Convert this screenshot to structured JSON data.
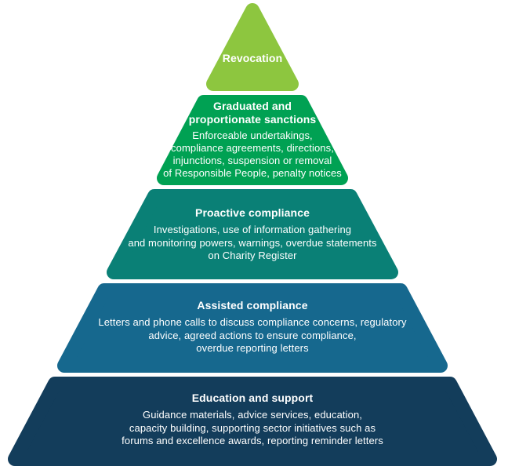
{
  "diagram": {
    "text_color": "#ffffff",
    "background_color": "#ffffff",
    "tiers": [
      {
        "heading": "Revocation",
        "body": [],
        "color": "#8dc63f"
      },
      {
        "heading": [
          "Graduated and",
          "proportionate sanctions"
        ],
        "body": [
          "Enforceable undertakings,",
          "compliance agreements, directions,",
          "injunctions, suspension or removal",
          "of Responsible People, penalty notices"
        ],
        "color": "#00a153"
      },
      {
        "heading": "Proactive compliance",
        "body": [
          "Investigations, use of information gathering",
          "and monitoring powers, warnings, overdue statements",
          "on Charity Register"
        ],
        "color": "#0a8076"
      },
      {
        "heading": "Assisted compliance",
        "body": [
          "Letters and phone calls to discuss compliance concerns, regulatory",
          "advice, agreed actions to ensure compliance,",
          "overdue reporting letters"
        ],
        "color": "#16688e"
      },
      {
        "heading": "Education and support",
        "body": [
          "Guidance materials, advice services, education,",
          "capacity building, supporting sector initiatives such as",
          "forums and excellence awards, reporting reminder letters"
        ],
        "color": "#133d5b"
      }
    ]
  }
}
